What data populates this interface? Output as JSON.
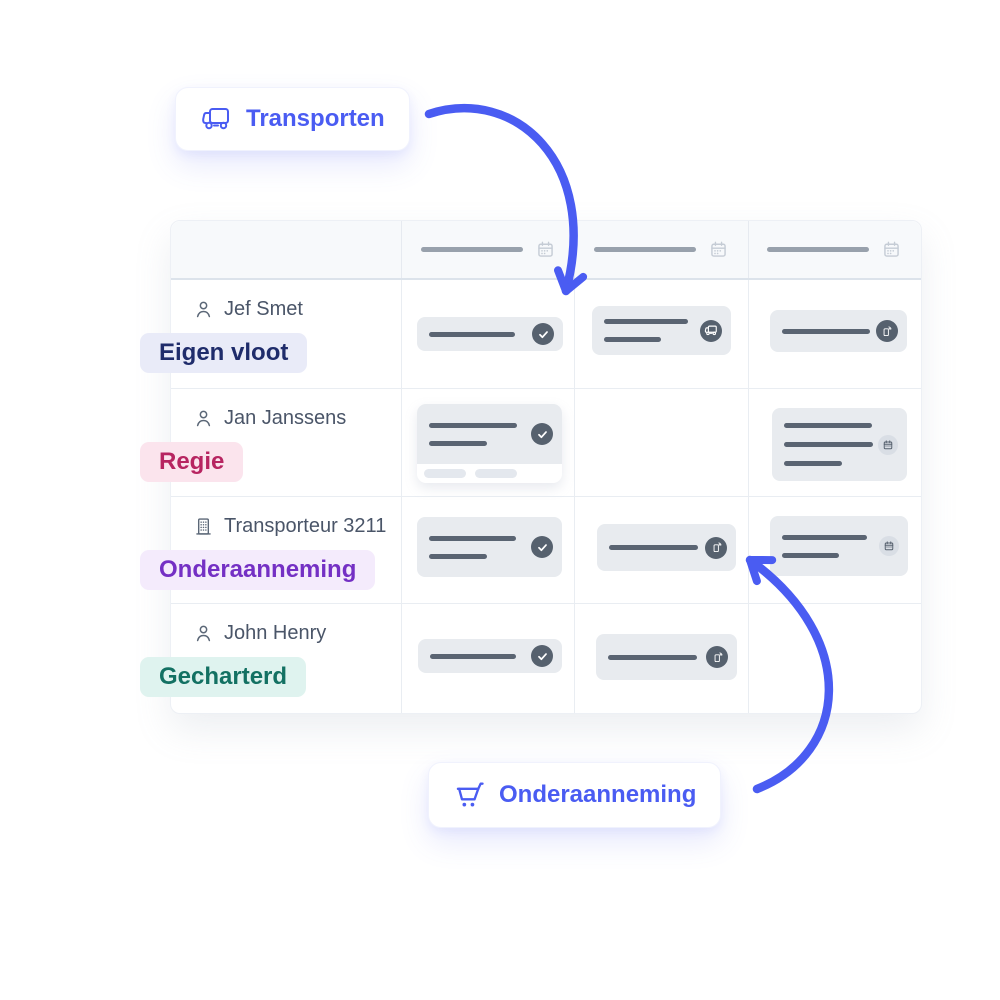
{
  "colors": {
    "accent_blue": "#4A5CF2",
    "text_slate": "#4A5568",
    "card_bg": "#E8EBEF",
    "card_line": "#5A6472",
    "status_circle_dark": "#56616E",
    "status_circle_light": "#D9DEE5",
    "header_bg": "#F7F9FB",
    "grid_border": "#E9EDF2"
  },
  "callouts": {
    "transporten": {
      "label": "Transporten",
      "icon": "truck-icon"
    },
    "onderaanneming": {
      "label": "Onderaanneming",
      "icon": "cart-icon"
    }
  },
  "planner": {
    "header": {
      "columns": [
        {
          "placeholder": "date",
          "icon": "calendar-icon"
        },
        {
          "placeholder": "date",
          "icon": "calendar-icon"
        },
        {
          "placeholder": "date",
          "icon": "calendar-icon"
        }
      ]
    },
    "rows": [
      {
        "name": "Jef Smet",
        "entity_icon": "person-icon",
        "badge": {
          "label": "Eigen vloot",
          "bg": "#E9EBF8",
          "color": "#1F2C6B"
        },
        "cells": [
          {
            "card": {
              "lines": 1,
              "status_icon": "check-icon"
            }
          },
          {
            "card": {
              "lines": 2,
              "status_icon": "truck-icon"
            }
          },
          {
            "card": {
              "lines": 1,
              "status_icon": "phone-icon"
            }
          }
        ]
      },
      {
        "name": "Jan Janssens",
        "entity_icon": "person-icon",
        "badge": {
          "label": "Regie",
          "bg": "#FBE4ED",
          "color": "#B72561"
        },
        "cells": [
          {
            "card": {
              "lines": 2,
              "status_icon": "check-icon",
              "footer_pills": 2
            }
          },
          null,
          {
            "card": {
              "lines": 3,
              "status_icon": "calendar-icon"
            }
          }
        ]
      },
      {
        "name": "Transporteur 3211",
        "entity_icon": "building-icon",
        "badge": {
          "label": "Onderaanneming",
          "bg": "#F4EBFC",
          "color": "#7430C4"
        },
        "cells": [
          {
            "card": {
              "lines": 2,
              "status_icon": "check-icon"
            }
          },
          {
            "card": {
              "lines": 1,
              "status_icon": "phone-icon"
            }
          },
          {
            "card": {
              "lines": 2,
              "status_icon": "calendar-icon"
            }
          }
        ]
      },
      {
        "name": "John Henry",
        "entity_icon": "person-icon",
        "badge": {
          "label": "Gecharterd",
          "bg": "#DFF3EF",
          "color": "#137163"
        },
        "cells": [
          {
            "card": {
              "lines": 1,
              "status_icon": "check-icon"
            }
          },
          {
            "card": {
              "lines": 1,
              "status_icon": "phone-icon"
            }
          },
          null
        ]
      }
    ]
  }
}
